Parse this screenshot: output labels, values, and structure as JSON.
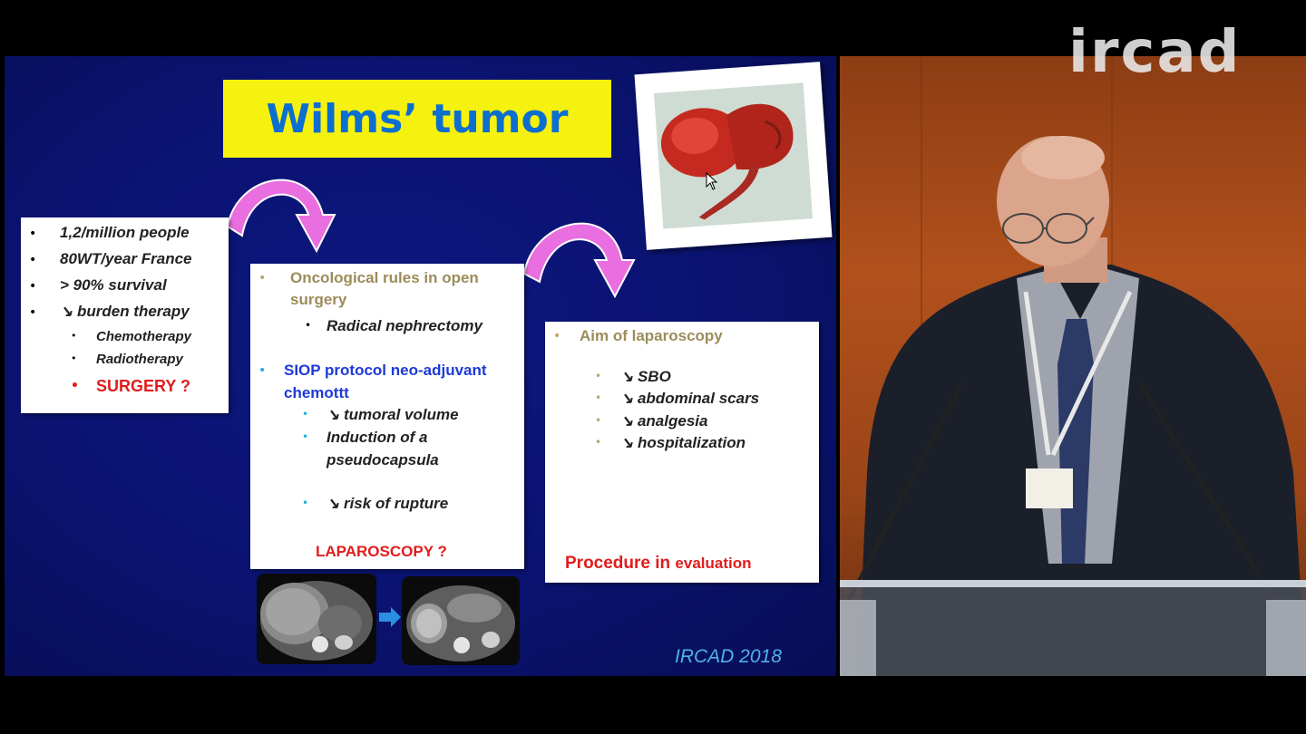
{
  "brand": "ircad",
  "slide": {
    "title": "Wilms’ tumor",
    "card1": {
      "items": [
        "1,2/million people",
        "80WT/year France",
        "> 90% survival",
        "↘ burden therapy"
      ],
      "subitems": [
        "Chemotherapy",
        "Radiotherapy"
      ],
      "emphasis": "SURGERY ?"
    },
    "card2": {
      "heading_line1": "Oncological rules in open",
      "heading_line2": "surgery",
      "sub1": "Radical nephrectomy",
      "protocol_line1": "SIOP protocol neo-adjuvant",
      "protocol_line2": "chemottt",
      "protocol_items": [
        "↘ tumoral volume",
        "Induction of a",
        "pseudocapsula",
        "↘ risk of rupture"
      ],
      "footer": "LAPAROSCOPY ?"
    },
    "card3": {
      "heading": "Aim of laparoscopy",
      "items": [
        "↘ SBO",
        "↘ abdominal scars",
        "↘ analgesia",
        "↘ hospitalization"
      ],
      "footer_main": "Procedure in ",
      "footer_small": "evaluation"
    },
    "watermark": "IRCAD 2018"
  },
  "bullet": "•",
  "colors": {
    "slide_bg": "#0a1370",
    "title_bg": "#f6f20f",
    "title_text": "#0c6fcf",
    "arrow": "#e96ee0",
    "red": "#e11c1c",
    "olive": "#9c8c5a",
    "blue": "#1d39d6",
    "cyan_bullet": "#22b0e0",
    "video_wall": "#a84d1b"
  },
  "icons": [
    "curved-arrow-icon",
    "right-arrow-icon",
    "mouse-cursor-icon"
  ]
}
